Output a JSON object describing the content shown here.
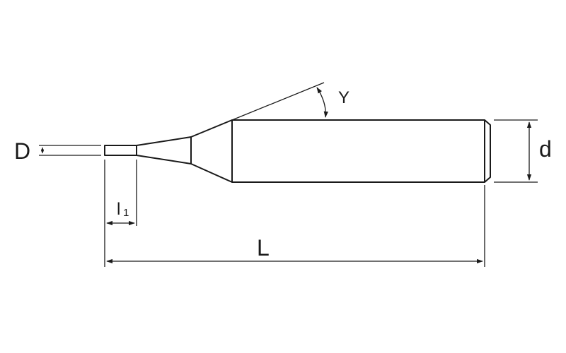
{
  "labels": {
    "D": "D",
    "d": "d",
    "L": "L",
    "l1_main": "l",
    "l1_sub": "1",
    "angle": "Y"
  },
  "colors": {
    "line": "#1a1a1a",
    "arrow": "#1a1a1a",
    "background": "#ffffff"
  }
}
